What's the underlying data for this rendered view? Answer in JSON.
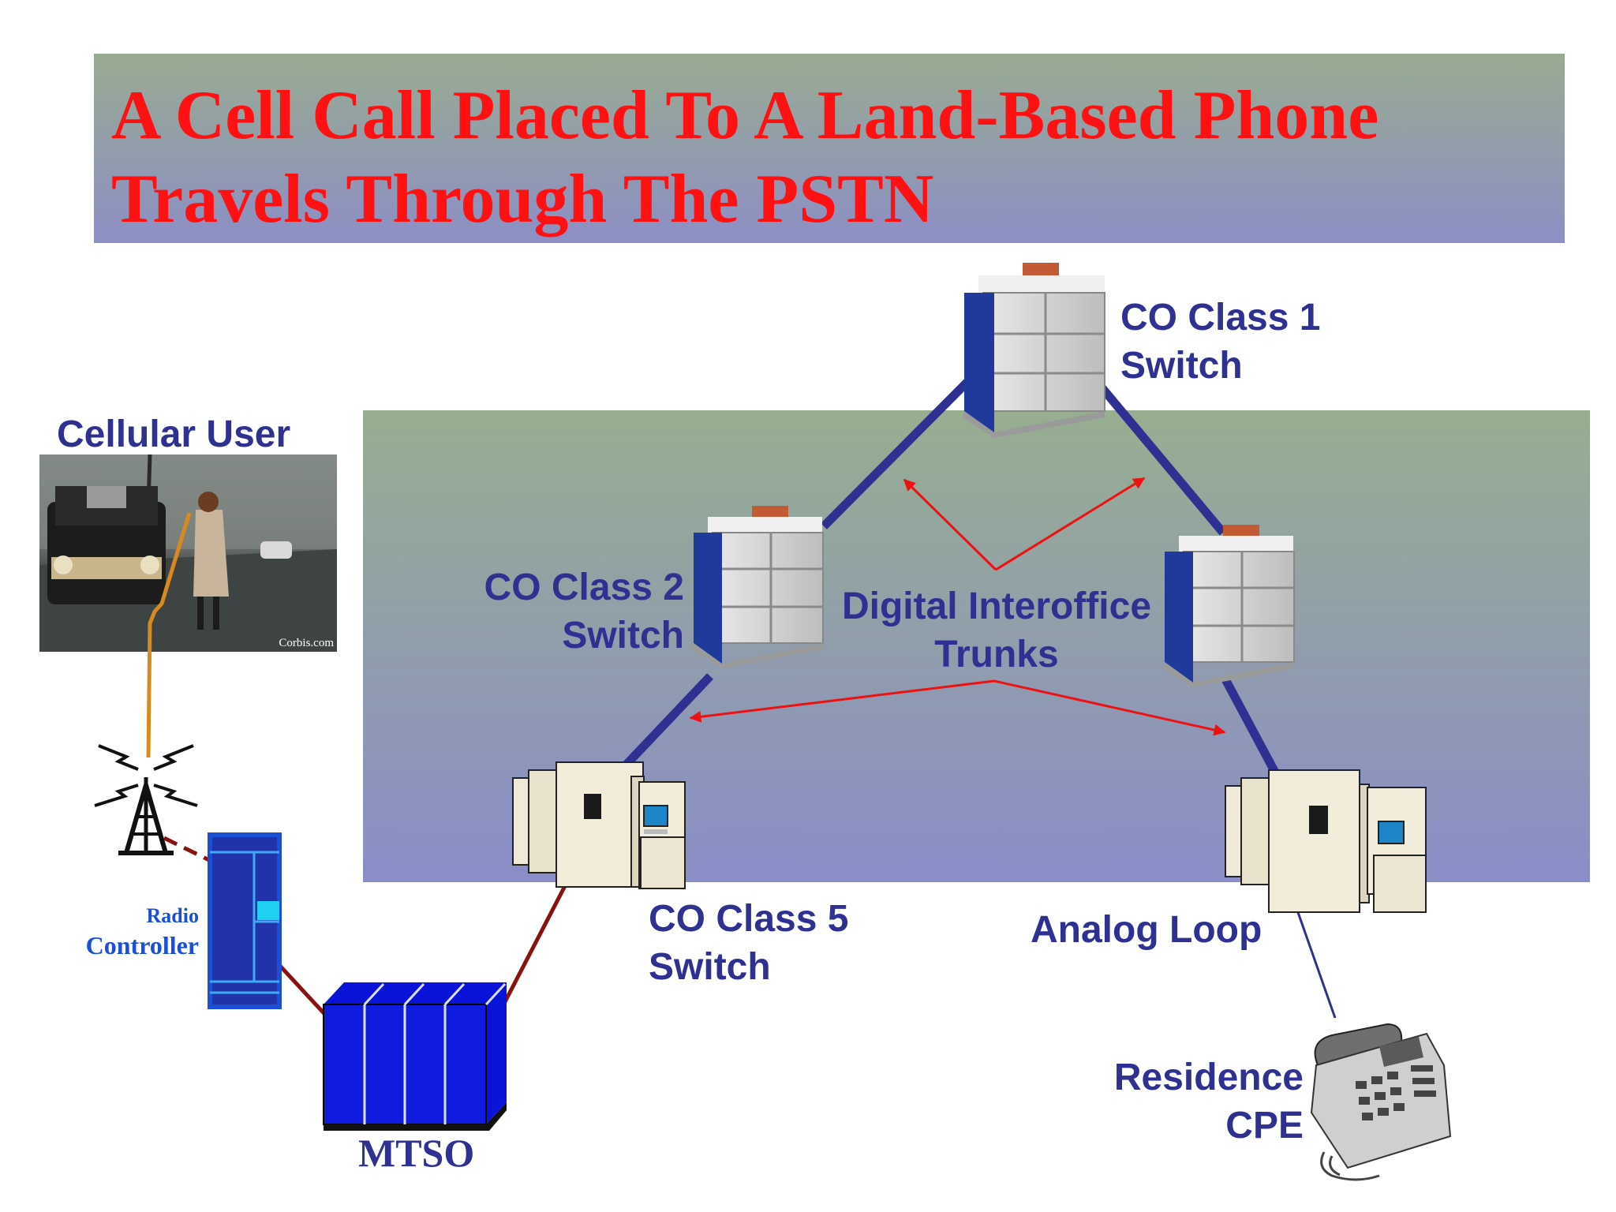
{
  "title": {
    "line1": "A Cell Call Placed To A Land-Based Phone",
    "line2": "Travels Through The PSTN"
  },
  "labels": {
    "cellular_user": "Cellular User",
    "photo_credit": "Corbis.com",
    "radio_controller_line1": "Radio",
    "radio_controller_line2": "Controller",
    "mtso": "MTSO",
    "co_class1_line1": "CO Class 1",
    "co_class1_line2": "Switch",
    "co_class2_line1": "CO Class 2",
    "co_class2_line2": "Switch",
    "co_class5_line1": "CO Class 5",
    "co_class5_line2": "Switch",
    "trunks_line1": "Digital Interoffice",
    "trunks_line2": "Trunks",
    "analog_loop": "Analog Loop",
    "residence_line1": "Residence",
    "residence_line2": "CPE"
  },
  "colors": {
    "title_text": "#ff1111",
    "label_text": "#2e3092",
    "trunk_line": "#2e3092",
    "arrow": "#ee1111",
    "wireless_link": "#d98a1f",
    "mtso_link": "#8b1010",
    "radio_controller": "#1a4fd6"
  },
  "icons": {
    "co_class1": "mainframe-switch-icon",
    "co_class2": "mainframe-switch-icon",
    "co_class3": "mainframe-switch-icon",
    "co_class5_left": "office-switch-icon",
    "co_class5_right": "office-switch-icon",
    "tower": "cell-tower-icon",
    "radio_controller": "radio-controller-icon",
    "mtso": "mtso-rack-icon",
    "residence": "desk-phone-icon"
  }
}
